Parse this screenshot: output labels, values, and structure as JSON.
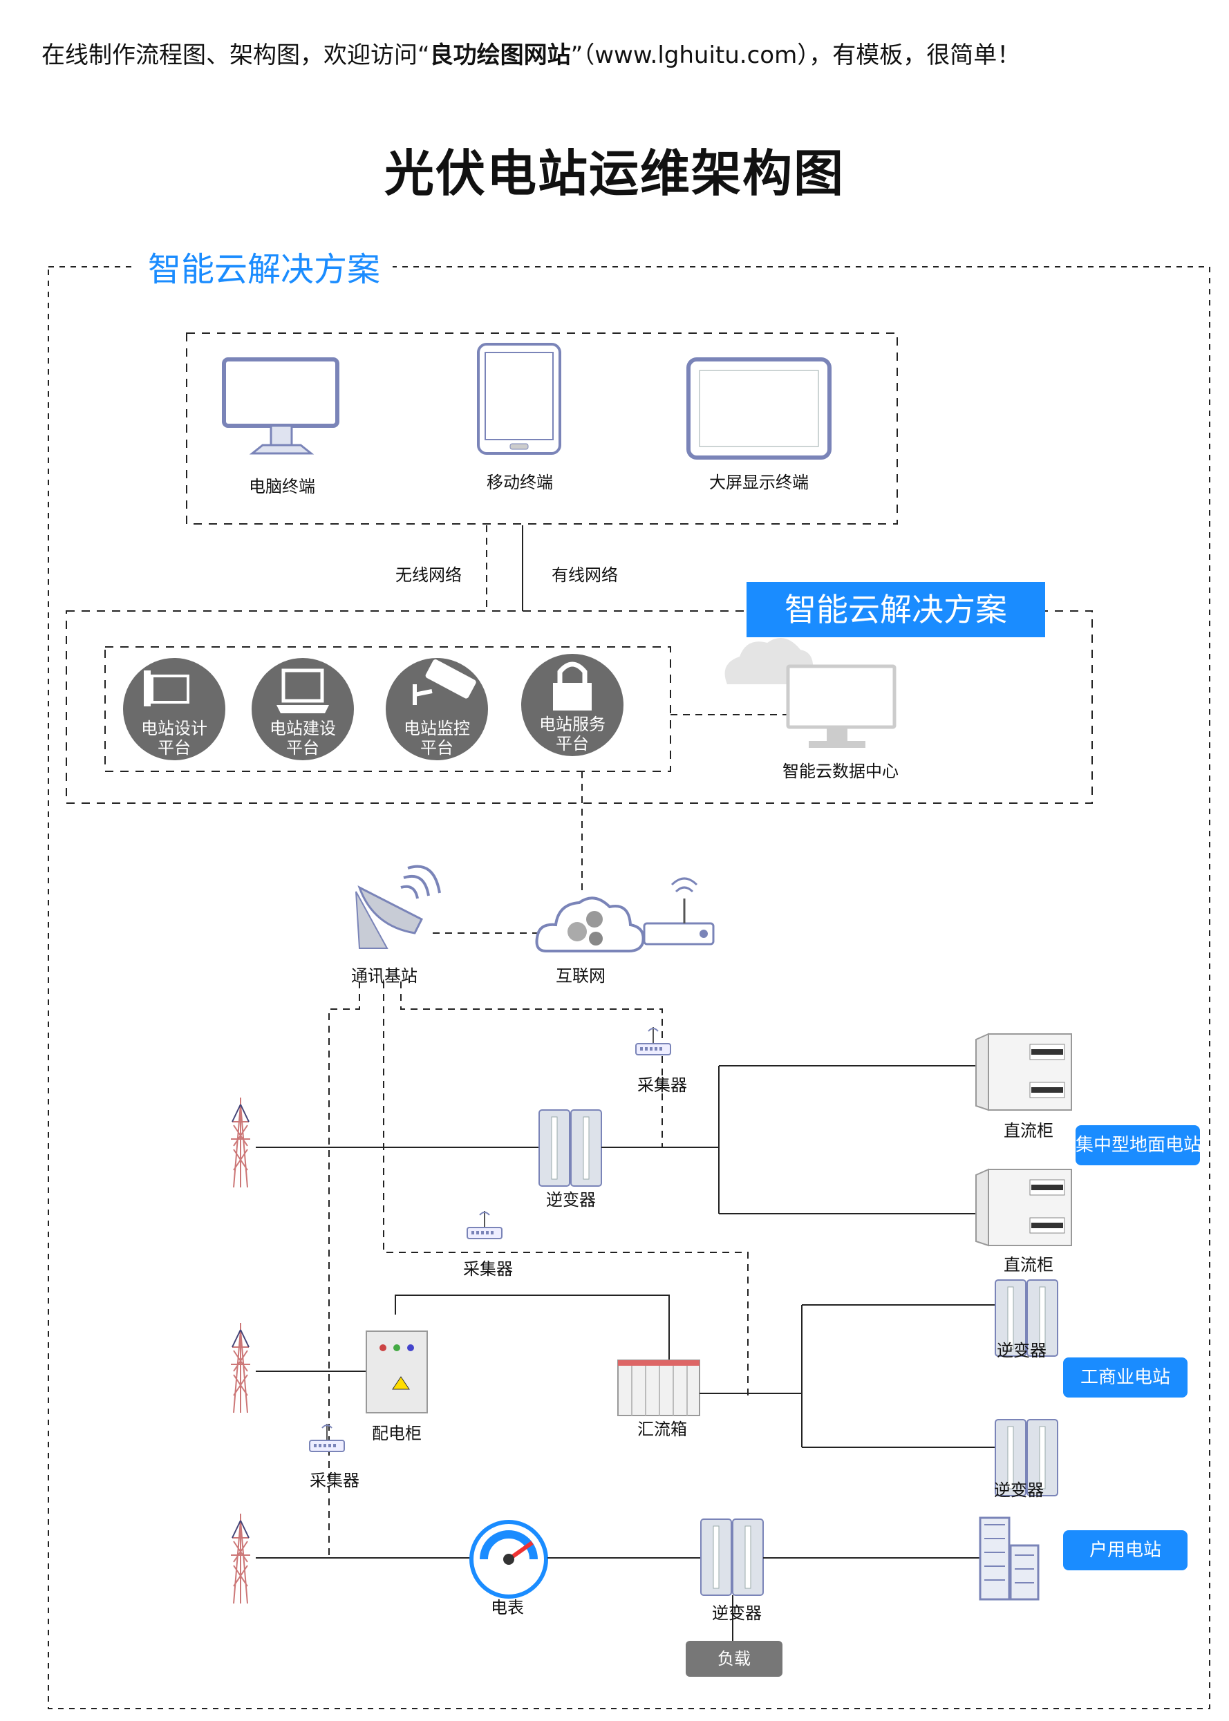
{
  "banner": {
    "pre": "在线制作流程图、架构图，欢迎访问“",
    "bold": "良功绘图网站",
    "post": "”（www.lghuitu.com），有模板，很简单！"
  },
  "title": "光伏电站运维架构图",
  "outer_title": "智能云解决方案",
  "cloud_title": "智能云解决方案",
  "terminals": [
    "电脑终端",
    "移动终端",
    "大屏显示终端"
  ],
  "network": {
    "wireless": "无线网络",
    "wired": "有线网络"
  },
  "platforms": [
    {
      "line1": "电站设计",
      "line2": "平台"
    },
    {
      "line1": "电站建设",
      "line2": "平台"
    },
    {
      "line1": "电站监控",
      "line2": "平台"
    },
    {
      "line1": "电站服务",
      "line2": "平台"
    }
  ],
  "data_center": "智能云数据中心",
  "comm": {
    "base_station": "通讯基站",
    "internet": "互联网"
  },
  "nodes": {
    "collector": "采集器",
    "inverter": "逆变器",
    "dc_cabinet": "直流柜",
    "distribution": "配电柜",
    "combiner": "汇流箱",
    "meter": "电表",
    "load": "负载"
  },
  "station_tags": {
    "centralized": "集中型地面电站",
    "commercial": "工商业电站",
    "household": "户用电站"
  },
  "colors": {
    "accent": "#1a8cff",
    "icon_grey": "#6b6b6b",
    "device_outline": "#7a84b8"
  }
}
